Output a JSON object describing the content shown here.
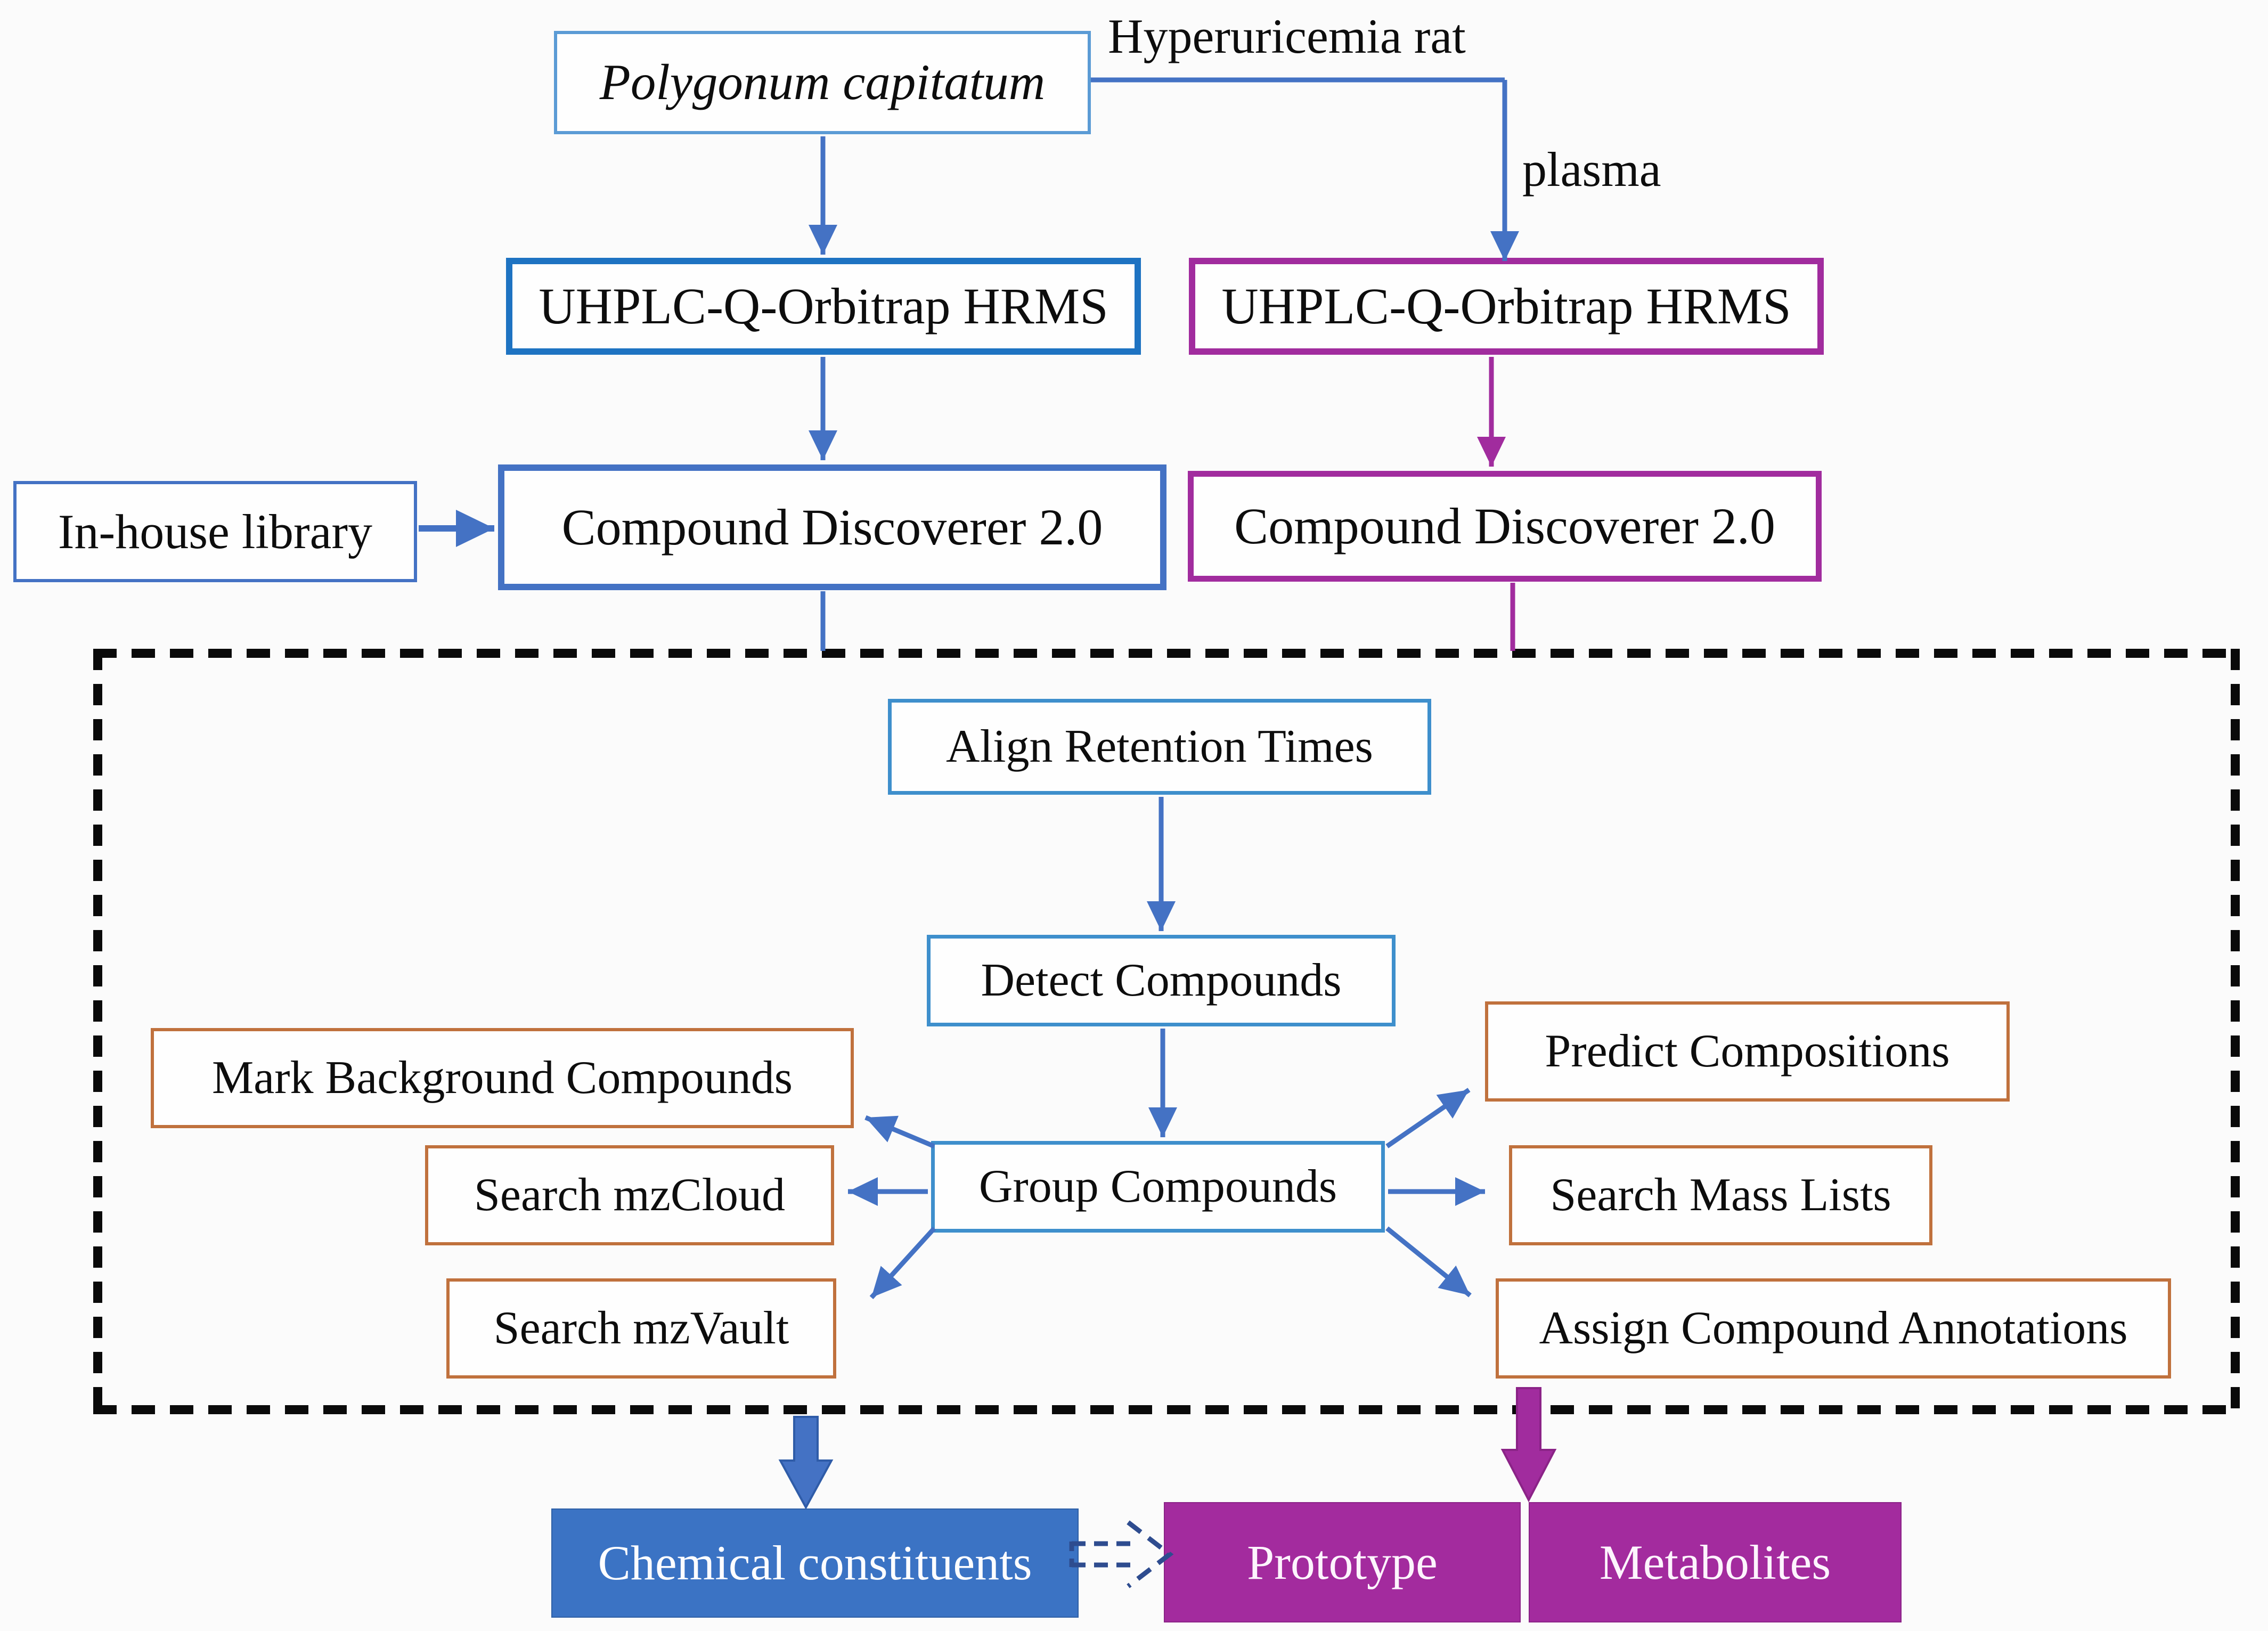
{
  "diagram_title": "Polygonum capitatum compound identification workflow",
  "nodes": {
    "source": "Polygonum capitatum",
    "rat_label": "Hyperuricemia rat",
    "plasma_label": "plasma",
    "instrument_herb": "UHPLC-Q-Orbitrap HRMS",
    "instrument_plasma": "UHPLC-Q-Orbitrap HRMS",
    "library": "In-house library",
    "software_herb": "Compound Discoverer 2.0",
    "software_plasma": "Compound Discoverer 2.0",
    "align": "Align Retention Times",
    "detect": "Detect Compounds",
    "group": "Group Compounds",
    "mark_background": "Mark Background Compounds",
    "search_mzcloud": "Search mzCloud",
    "search_mzvault": "Search mzVault",
    "predict_compositions": "Predict Compositions",
    "search_mass_lists": "Search Mass Lists",
    "assign_annotations": "Assign Compound Annotations",
    "chemical_constituents": "Chemical constituents",
    "prototype": "Prototype",
    "metabolites": "Metabolites"
  },
  "colors": {
    "blue_strong": "#1E73C2",
    "blue_mid": "#4472C4",
    "blue_sky": "#3E8FCC",
    "blue_poly": "#5B9BD5",
    "purple": "#A12C9E",
    "orange": "#C0713D",
    "navy": "#2E4C8F",
    "fill_blue": "#3B73C4",
    "fill_purple": "#A32B9E",
    "ink": "#0D0D0D",
    "bg": "#FBFBFB"
  }
}
